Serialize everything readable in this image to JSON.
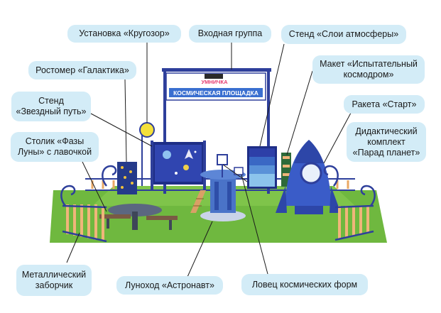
{
  "labels": {
    "krugozor": "Установка «Кругозор»",
    "entrance": "Входная группа",
    "atmosphere": "Стенд «Слои атмосферы»",
    "galaktika": "Ростомер «Галактика»",
    "kosmodrom": "Макет «Испытательный космодром»",
    "zvezdny": "Стенд «Звездный путь»",
    "rocket": "Ракета «Старт»",
    "moon_table": "Столик «Фазы Луны» с лавочкой",
    "planets": "Дидактический комплект «Парад планет»",
    "fence": "Металлический заборчик",
    "lunokhod": "Луноход «Астронавт»",
    "catcher": "Ловец космических форм"
  },
  "sign": {
    "brand": "УМНИЧКА",
    "title": "КОСМИЧЕСКАЯ ПЛОЩАДКА"
  },
  "colors": {
    "callout_bg": "#d3ecf7",
    "frame_blue": "#2e3f9b",
    "grass": "#6fb83f",
    "fence_orange": "#f0b57a",
    "sun_yellow": "#f4e03a",
    "rocket_blue": "#3a5cc8"
  }
}
